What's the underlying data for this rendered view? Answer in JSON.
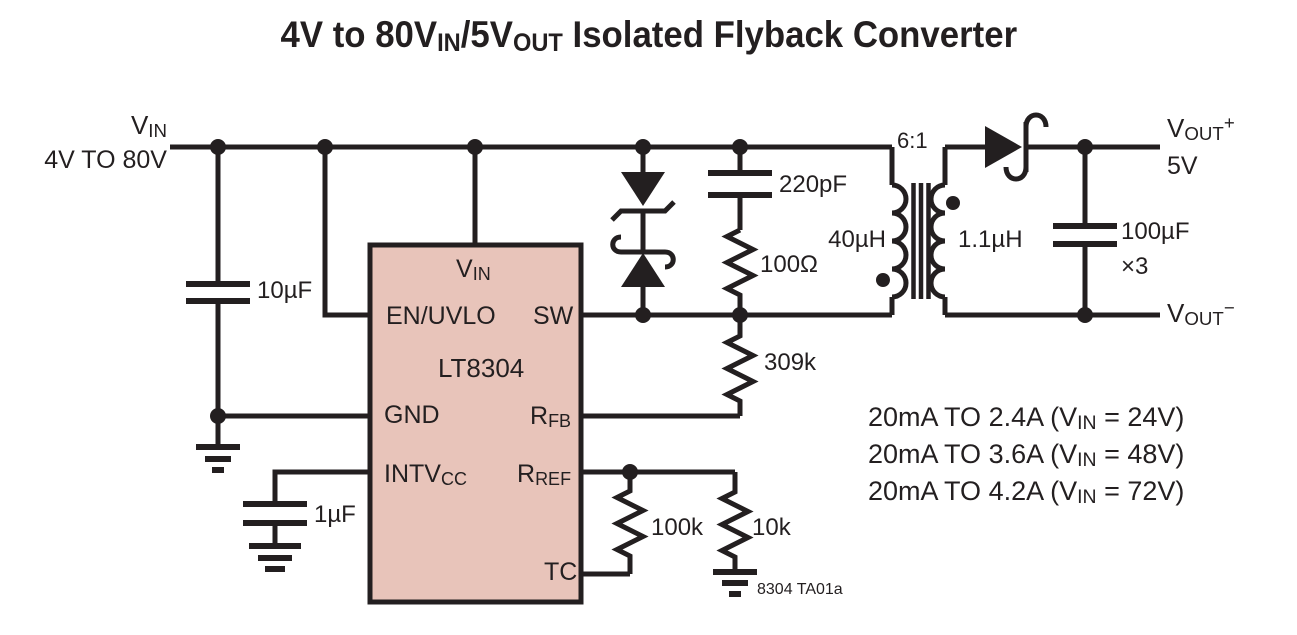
{
  "title": {
    "part1": "4V to 80V",
    "sub1": "IN",
    "part2": "/5V",
    "sub2": "OUT",
    "part3": " Isolated Flyback Converter"
  },
  "input": {
    "name": {
      "base": "V",
      "sub": "IN"
    },
    "range": "4V TO 80V"
  },
  "ic": {
    "part_number": "LT8304",
    "pins": {
      "vin": {
        "base": "V",
        "sub": "IN"
      },
      "en_uvlo": "EN/UVLO",
      "sw": "SW",
      "gnd": "GND",
      "intvcc": {
        "base": "INTV",
        "sub": "CC"
      },
      "rfb": {
        "base": "R",
        "sub": "FB"
      },
      "rref": {
        "base": "R",
        "sub": "REF"
      },
      "tc": "TC"
    }
  },
  "components": {
    "input_cap": "10µF",
    "intvcc_cap": "1µF",
    "snubber_cap": "220pF",
    "snubber_res": "100Ω",
    "fb_res": "309k",
    "ref_res": "100k",
    "tc_res": "10k",
    "primary_inductance": "40µH",
    "secondary_inductance": "1.1µH",
    "turns_ratio": "6:1",
    "output_cap": "100µF",
    "output_cap_qty": "×3"
  },
  "output": {
    "pos": {
      "base": "V",
      "sub": "OUT",
      "sup": "+"
    },
    "voltage": "5V",
    "neg": {
      "base": "V",
      "sub": "OUT",
      "sup": "−"
    }
  },
  "notes": {
    "load_lines": [
      {
        "pre": "20mA TO 2.4A (V",
        "sub": "IN",
        "post": " = 24V)"
      },
      {
        "pre": "20mA TO 3.6A (V",
        "sub": "IN",
        "post": " = 48V)"
      },
      {
        "pre": "20mA TO 4.2A (V",
        "sub": "IN",
        "post": " = 72V)"
      }
    ],
    "figure_ref": "8304 TA01a"
  },
  "colors": {
    "ic_fill": "#e8c4ba",
    "line": "#231f20",
    "background": "#ffffff"
  }
}
